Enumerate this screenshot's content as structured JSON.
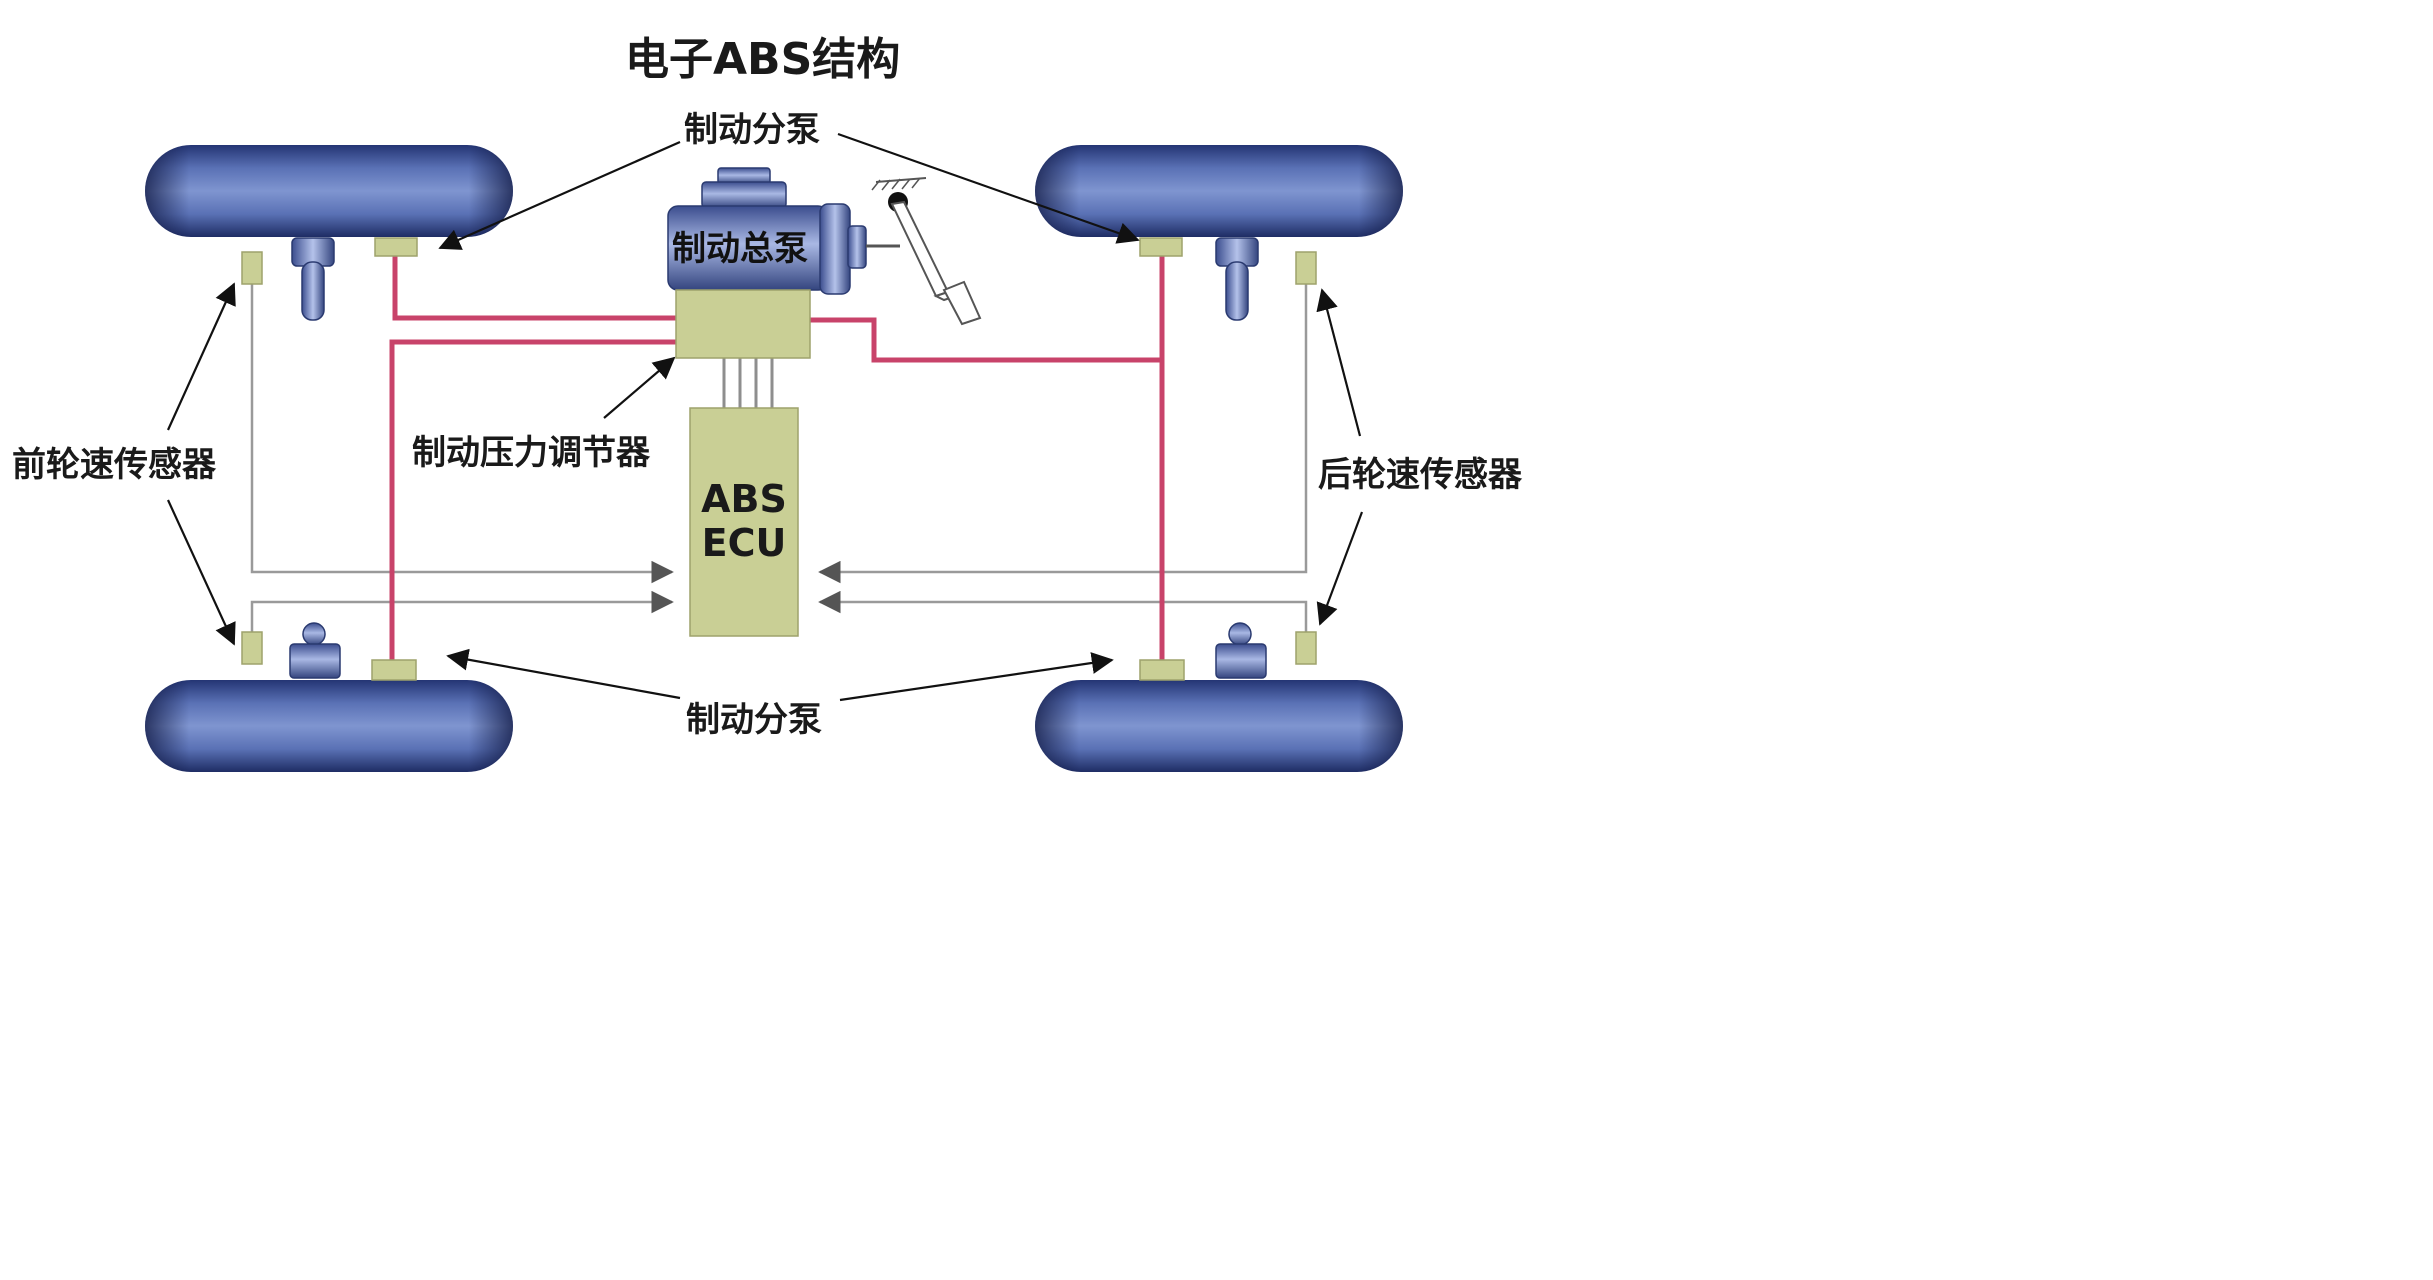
{
  "title": "电子ABS结构",
  "labels": {
    "brake_cylinder_top": "制动分泵",
    "brake_cylinder_bottom": "制动分泵",
    "master_cylinder": "制动总泵",
    "pressure_regulator": "制动压力调节器",
    "front_sensor": "前轮速传感器",
    "rear_sensor": "后轮速传感器",
    "ecu_line1": "ABS",
    "ecu_line2": "ECU"
  },
  "colors": {
    "tire_dark": "#1f2f6a",
    "tire_light": "#6f86c8",
    "component_fill": "#c9cf95",
    "component_stroke": "#9ea26c",
    "brake_line": "#c8436a",
    "signal_wire": "#9a9a9a",
    "arrow": "#111111"
  }
}
